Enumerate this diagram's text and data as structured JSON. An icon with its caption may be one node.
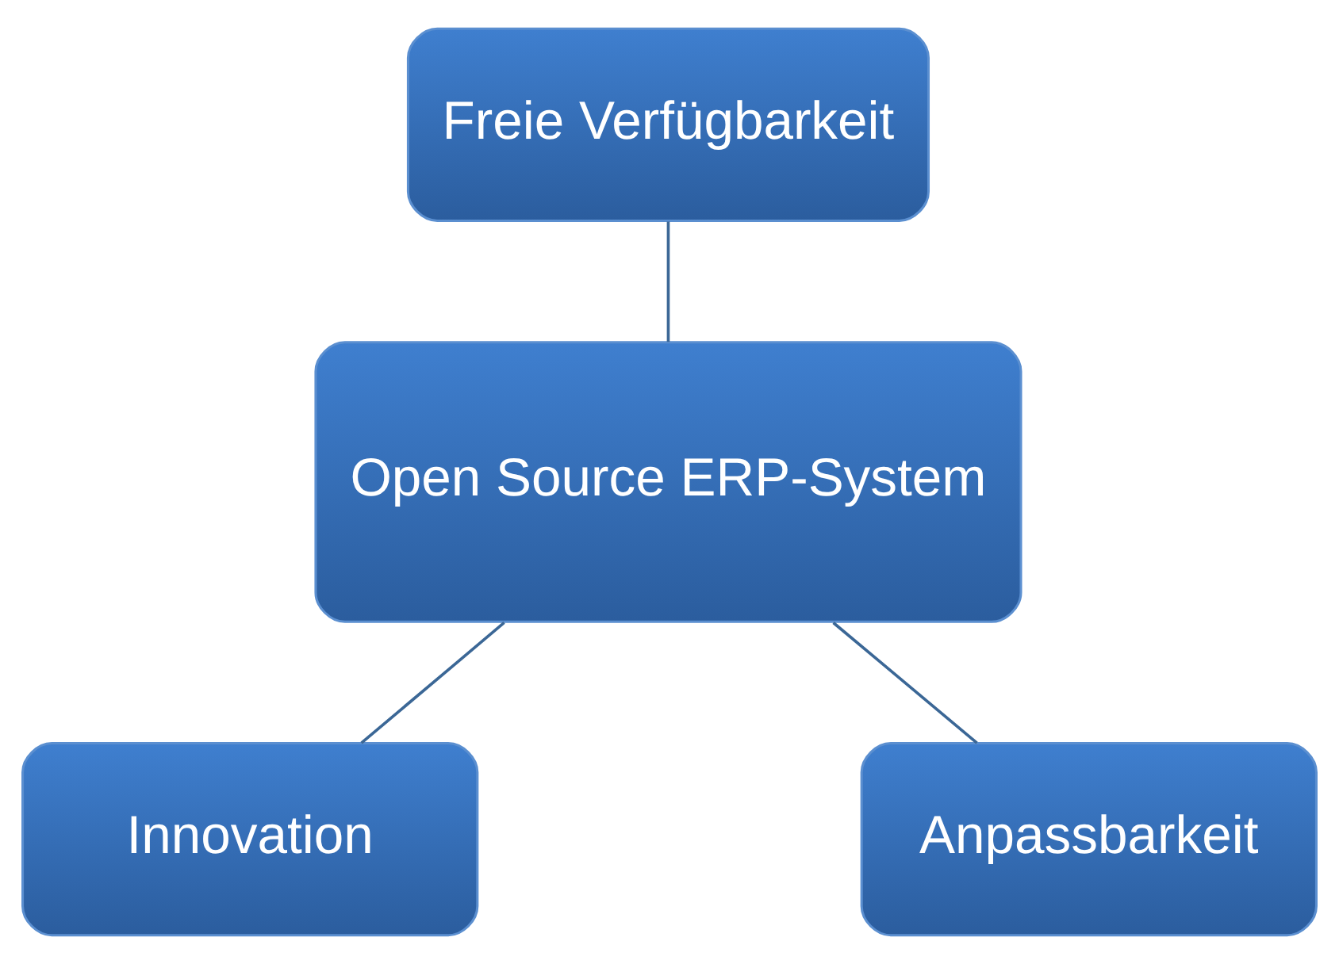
{
  "diagram": {
    "nodes": [
      {
        "text": [
          "Freie Verfügbarkeit"
        ]
      },
      {
        "text": [
          "Open Source ERP-System"
        ]
      },
      {
        "text": [
          "Innovation"
        ]
      },
      {
        "text": [
          "Anpassbarkeit"
        ]
      }
    ],
    "edges": [
      {
        "from": 0,
        "to": 1,
        "arrow": "none"
      },
      {
        "from": 1,
        "to": 2,
        "arrow": "none"
      },
      {
        "from": 1,
        "to": 3,
        "arrow": "none"
      }
    ]
  }
}
